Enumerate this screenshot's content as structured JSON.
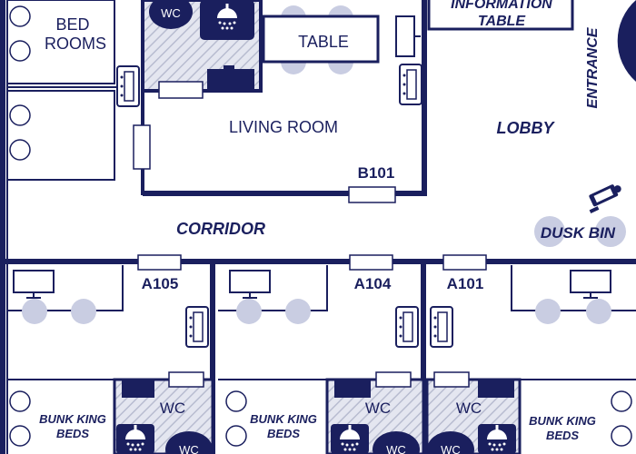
{
  "labels": {
    "bed_rooms_line1": "BED",
    "bed_rooms_line2": "ROOMS",
    "wc": "WC",
    "information_line1": "INFORMATION",
    "information_line2": "TABLE",
    "table": "TABLE",
    "entrance": "ENTRANCE",
    "living_room": "LIVING ROOM",
    "lobby": "LOBBY",
    "b101": "B101",
    "corridor": "CORRIDOR",
    "dusk_bin": "DUSK BIN",
    "a105": "A105",
    "a104": "A104",
    "a101": "A101",
    "bunk_line1": "BUNK KING",
    "bunk_line2": "BEDS"
  },
  "colors": {
    "wall": "#1a1f5e",
    "fixture_fill": "#c9cde2",
    "hatch_bg": "#e4e6f0",
    "background": "#ffffff"
  },
  "icons": [
    "shower-icon",
    "toilet-icon",
    "air-conditioner-icon",
    "tv-icon",
    "camera-icon",
    "chair-icon"
  ]
}
